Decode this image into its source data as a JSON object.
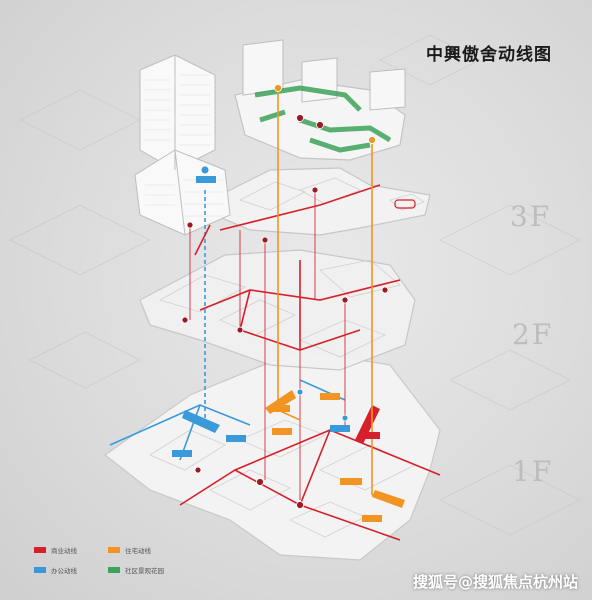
{
  "title": "中興傲舍动线图",
  "floors": [
    "3F",
    "2F",
    "1F"
  ],
  "legend": [
    {
      "label": "商业动线",
      "color": "#d6202b"
    },
    {
      "label": "住宅动线",
      "color": "#f29422"
    },
    {
      "label": "办公动线",
      "color": "#3a9ad9"
    },
    {
      "label": "社区景观花园",
      "color": "#3ea35a"
    }
  ],
  "watermark": "搜狐号@搜狐焦点杭州站",
  "colors": {
    "commercial": "#d6202b",
    "residential": "#f29422",
    "office": "#3a9ad9",
    "garden": "#3ea35a"
  }
}
